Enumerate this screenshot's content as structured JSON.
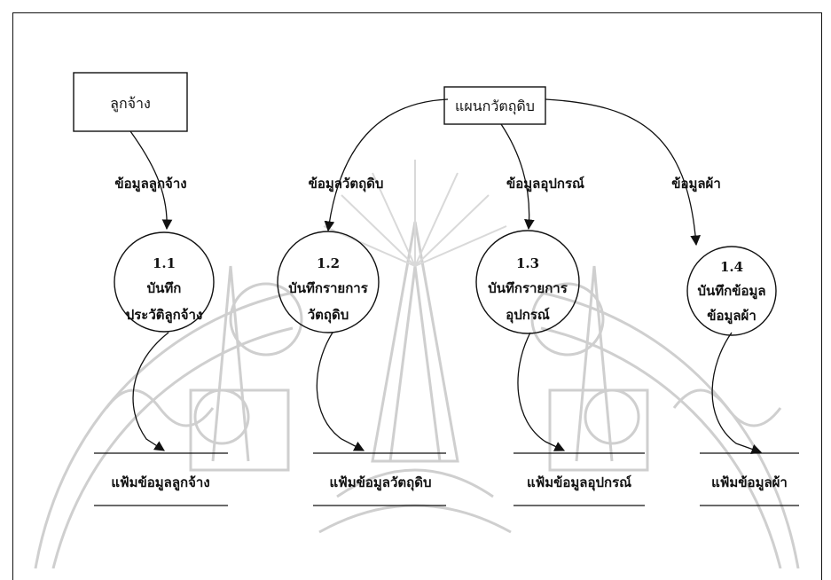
{
  "entities": {
    "employee": "ลูกจ้าง",
    "materials_dept": "แผนกวัตถุดิบ"
  },
  "flows": {
    "employee_data": "ข้อมูลลูกจ้าง",
    "material_data": "ข้อมูลวัตถุดิบ",
    "equipment_data": "ข้อมูลอุปกรณ์",
    "fabric_data": "ข้อมูลผ้า"
  },
  "processes": [
    {
      "number": "1.1",
      "line1": "บันทึก",
      "line2": "ประวัติลูกจ้าง"
    },
    {
      "number": "1.2",
      "line1": "บันทึกรายการ",
      "line2": "วัตถุดิบ"
    },
    {
      "number": "1.3",
      "line1": "บันทึกรายการ",
      "line2": "อุปกรณ์"
    },
    {
      "number": "1.4",
      "line1": "บันทึกข้อมูล",
      "line2": "ข้อมูลผ้า"
    }
  ],
  "stores": [
    {
      "label": "แฟ้มข้อมูลลูกจ้าง"
    },
    {
      "label": "แฟ้มข้อมูลวัตถุดิบ"
    },
    {
      "label": "แฟ้มข้อมูลอุปกรณ์"
    },
    {
      "label": "แฟ้มข้อมูลผ้า"
    }
  ],
  "colors": {
    "ink": "#111111",
    "watermark": "#c9c9c9"
  }
}
